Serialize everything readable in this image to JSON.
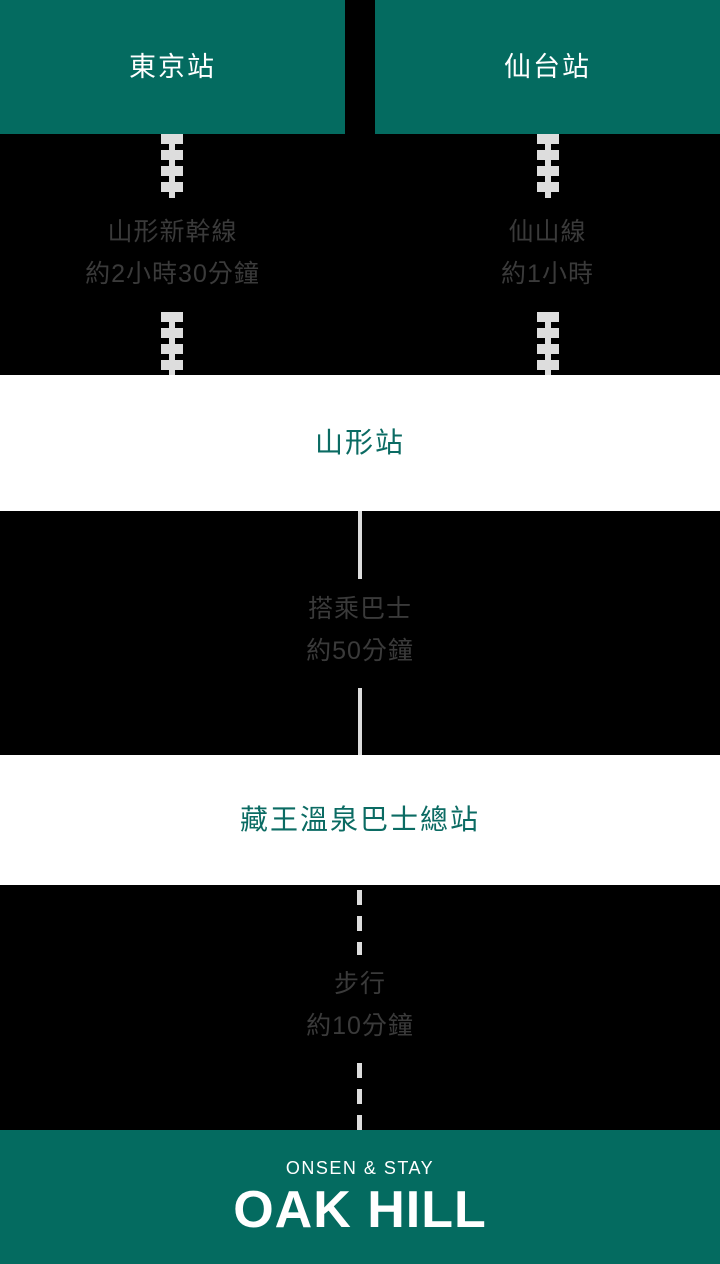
{
  "theme": {
    "teal": "#046B60",
    "teal_text": "#0B6B63",
    "background": "#000000",
    "line": "#DDDDDD",
    "caption_text": "#3A3A3A",
    "band_background": "#FFFFFF",
    "white": "#FFFFFF"
  },
  "route": {
    "origins": [
      {
        "name": "station-tokyo",
        "label": "東京站"
      },
      {
        "name": "station-sendai",
        "label": "仙台站"
      }
    ],
    "legs": [
      {
        "name": "leg-yamagata-shinkansen",
        "mode": "山形新幹線",
        "duration": "約2小時30分鐘",
        "connector": "railway-dashed"
      },
      {
        "name": "leg-senzan-line",
        "mode": "仙山線",
        "duration": "約1小時",
        "connector": "railway-dashed"
      },
      {
        "name": "leg-bus",
        "mode": "搭乘巴士",
        "duration": "約50分鐘",
        "connector": "solid"
      },
      {
        "name": "leg-walk",
        "mode": "步行",
        "duration": "約10分鐘",
        "connector": "dashed"
      }
    ],
    "stops": [
      {
        "name": "stop-yamagata-station",
        "label": "山形站"
      },
      {
        "name": "stop-zao-onsen-bus-terminal",
        "label": "藏王溫泉巴士總站"
      }
    ]
  },
  "footer": {
    "eyebrow": "ONSEN & STAY",
    "wordmark": "OAK HILL"
  }
}
